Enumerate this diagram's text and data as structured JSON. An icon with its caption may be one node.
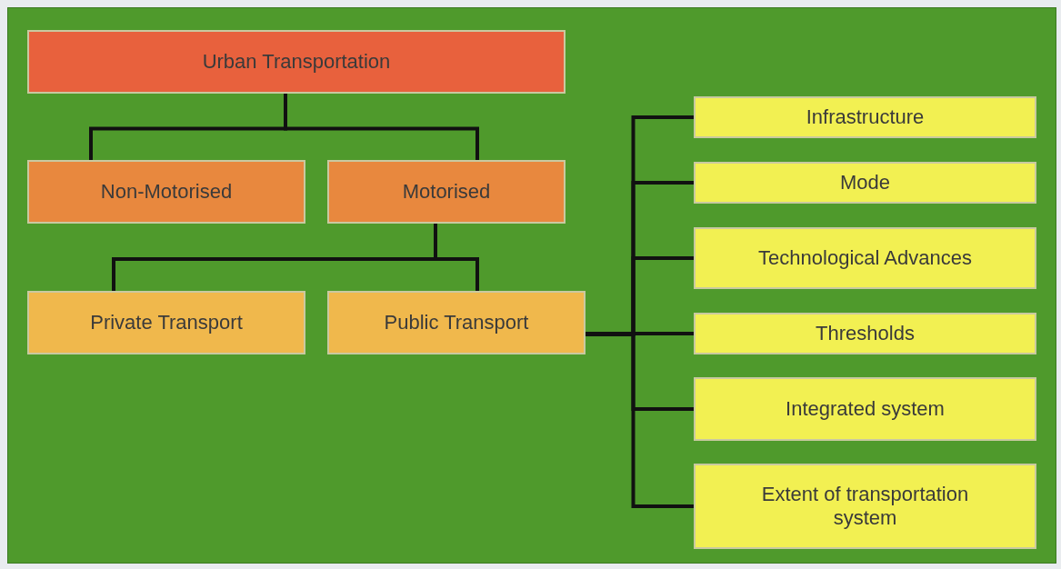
{
  "diagram": {
    "nodes": [
      {
        "text": [
          "Urban Transportation"
        ]
      },
      {
        "text": [
          "Non-Motorised"
        ]
      },
      {
        "text": [
          "Motorised"
        ]
      },
      {
        "text": [
          "Private Transport"
        ]
      },
      {
        "text": [
          "Public Transport"
        ]
      },
      {
        "text": [
          "Infrastructure"
        ]
      },
      {
        "text": [
          "Mode"
        ]
      },
      {
        "text": [
          "Technological Advances"
        ]
      },
      {
        "text": [
          "Thresholds"
        ]
      },
      {
        "text": [
          "Integrated system"
        ]
      },
      {
        "text": [
          "Extent of transportation system"
        ]
      }
    ],
    "edges": [
      {
        "from": 0,
        "to": 1,
        "arrow": "none"
      },
      {
        "from": 0,
        "to": 2,
        "arrow": "none"
      },
      {
        "from": 2,
        "to": 3,
        "arrow": "none"
      },
      {
        "from": 2,
        "to": 4,
        "arrow": "none"
      },
      {
        "from": 4,
        "to": 5,
        "arrow": "none"
      },
      {
        "from": 4,
        "to": 6,
        "arrow": "none"
      },
      {
        "from": 4,
        "to": 7,
        "arrow": "none"
      },
      {
        "from": 4,
        "to": 8,
        "arrow": "none"
      },
      {
        "from": 4,
        "to": 9,
        "arrow": "none"
      },
      {
        "from": 4,
        "to": 10,
        "arrow": "none"
      }
    ]
  }
}
